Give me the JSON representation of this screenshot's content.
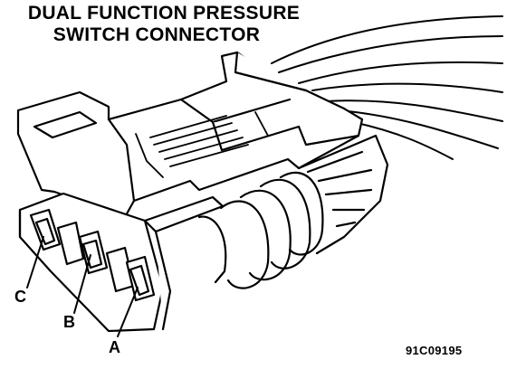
{
  "title": {
    "line1": "DUAL FUNCTION PRESSURE",
    "line2": "SWITCH CONNECTOR"
  },
  "pins": [
    {
      "label": "C"
    },
    {
      "label": "B"
    },
    {
      "label": "A"
    }
  ],
  "figure_code": "91C09195",
  "colors": {
    "ink": "#000000",
    "paper": "#ffffff"
  }
}
